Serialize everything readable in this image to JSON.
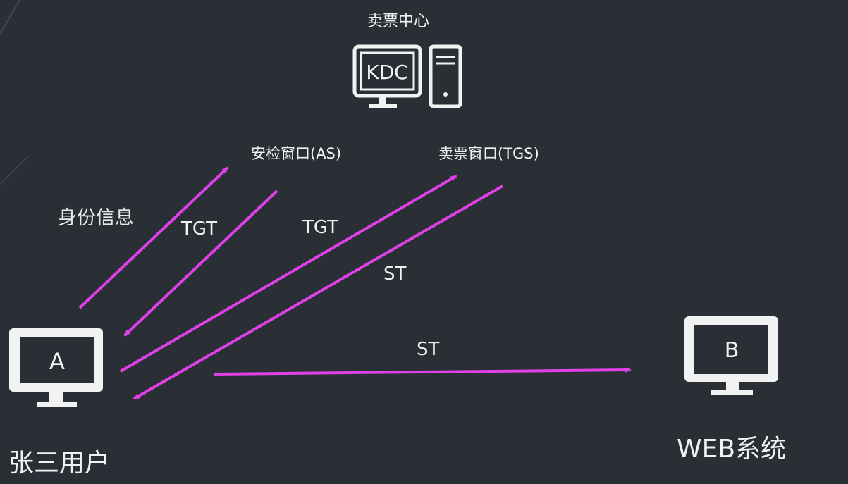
{
  "kdc": {
    "title": "卖票中心",
    "monitor_text": "KDC",
    "as_label": "安检窗口(AS)",
    "tgs_label": "卖票窗口(TGS)"
  },
  "client": {
    "monitor_text": "A",
    "name": "张三用户"
  },
  "server": {
    "monitor_text": "B",
    "name": "WEB系统"
  },
  "messages": {
    "identity": "身份信息",
    "tgt_from_as": "TGT",
    "tgt_to_tgs": "TGT",
    "st_from_tgs": "ST",
    "st_to_web": "ST"
  },
  "colors": {
    "background": "#2a2f36",
    "arrow": "#e040e8",
    "icon": "#f2f2f2"
  },
  "icons": [
    "monitor-icon",
    "server-tower-icon"
  ]
}
